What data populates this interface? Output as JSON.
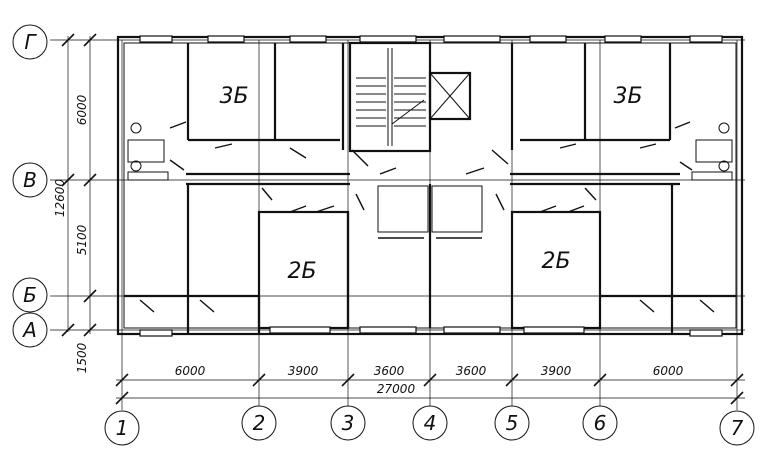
{
  "axes_horizontal": [
    "Г",
    "В",
    "Б",
    "А"
  ],
  "axes_vertical": [
    "1",
    "2",
    "3",
    "4",
    "5",
    "6",
    "7"
  ],
  "dims_left": {
    "top": "6000",
    "middle": "5100",
    "total": "12600",
    "bottom": "1500"
  },
  "dims_bottom": [
    "6000",
    "3900",
    "3600",
    "3600",
    "3900",
    "6000"
  ],
  "dim_total": "27000",
  "rooms": [
    "3Б",
    "3Б",
    "2Б",
    "2Б"
  ]
}
